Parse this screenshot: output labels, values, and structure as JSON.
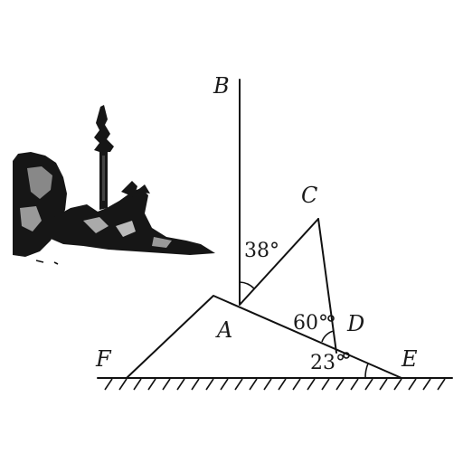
{
  "points": {
    "A": "A",
    "B": "B",
    "C": "C",
    "D": "D",
    "E": "E",
    "F": "F"
  },
  "angles": {
    "BAC": "38°",
    "CDA": "60°",
    "DEground": "23°"
  },
  "icons": {
    "sketch": "tower-on-rocks-illustration"
  }
}
